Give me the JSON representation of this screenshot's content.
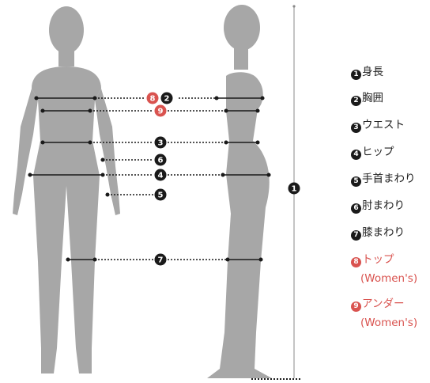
{
  "colors": {
    "figure": "#a7a7a7",
    "line": "#1a1a1a",
    "accent": "#d9534f",
    "marker": "#1a1a1a"
  },
  "markers": {
    "m1": "1",
    "m2": "2",
    "m3": "3",
    "m4": "4",
    "m5": "5",
    "m6": "6",
    "m7": "7",
    "m8": "8",
    "m9": "9"
  },
  "legend": [
    {
      "num": "1",
      "label": "身長",
      "sub": ""
    },
    {
      "num": "2",
      "label": "胸囲",
      "sub": ""
    },
    {
      "num": "3",
      "label": "ウエスト",
      "sub": ""
    },
    {
      "num": "4",
      "label": "ヒップ",
      "sub": ""
    },
    {
      "num": "5",
      "label": "手首まわり",
      "sub": ""
    },
    {
      "num": "6",
      "label": "肘まわり",
      "sub": ""
    },
    {
      "num": "7",
      "label": "膝まわり",
      "sub": ""
    },
    {
      "num": "8",
      "label": "トップ",
      "sub": "(Women's)"
    },
    {
      "num": "9",
      "label": "アンダー",
      "sub": "(Women's)"
    }
  ]
}
